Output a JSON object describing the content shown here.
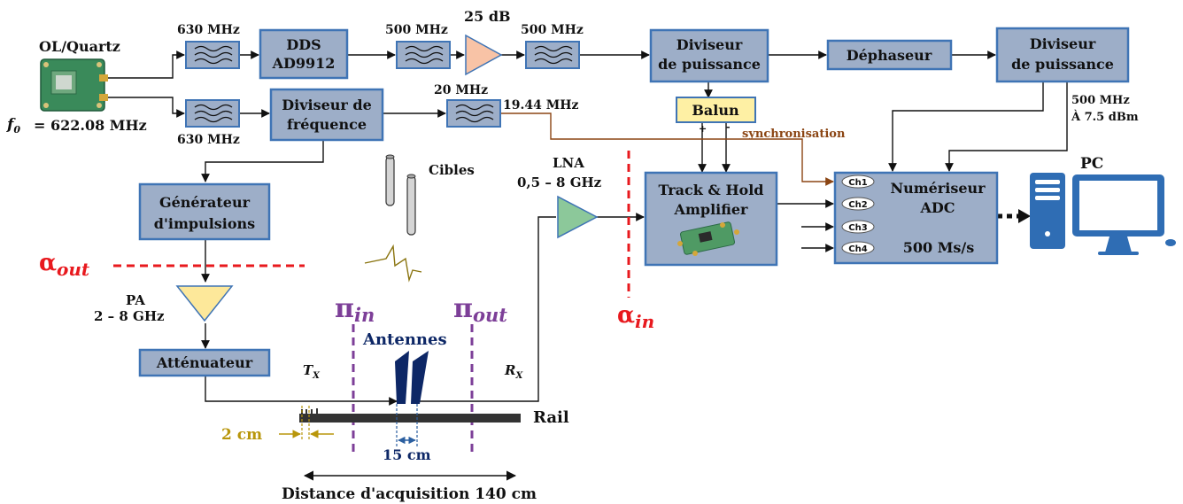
{
  "blocks": {
    "dds": [
      "DDS",
      "AD9912"
    ],
    "power_divider_1": [
      "Diviseur",
      "de puissance"
    ],
    "phase_shifter": "Déphaseur",
    "power_divider_2": [
      "Diviseur",
      "de puissance"
    ],
    "freq_divider": [
      "Diviseur de",
      "fréquence"
    ],
    "balun": "Balun",
    "pulse_gen": [
      "Générateur",
      "d'impulsions"
    ],
    "attenuator": "Atténuateur",
    "track_hold": [
      "Track & Hold",
      "Amplifier"
    ],
    "adc": [
      "Numériseur",
      "ADC",
      "500 Ms/s"
    ]
  },
  "labels": {
    "oscillator": "OL/Quartz",
    "f0": "f",
    "f0_sub": "0",
    "f0_value": "= 622.08 MHz",
    "f630_top": "630 MHz",
    "f630_bottom": "630 MHz",
    "f500_a": "500 MHz",
    "gain": "25 dB",
    "f500_b": "500 MHz",
    "f20": "20 MHz",
    "f1944": "19.44 MHz",
    "sync": "synchronisation",
    "out_500": "500 MHz",
    "out_level": "À 7.5 dBm",
    "lna": [
      "LNA",
      "0,5 – 8 GHz"
    ],
    "pa": [
      "PA",
      "2 – 8 GHz"
    ],
    "cibles": "Cibles",
    "antennes": "Antennes",
    "tx": "T",
    "tx_sub": "X",
    "rx": "R",
    "rx_sub": "X",
    "rail": "Rail",
    "d2cm": "2 cm",
    "d15cm": "15 cm",
    "acq": "Distance d'acquisition 140 cm",
    "pc": "PC",
    "balun_plus": "+",
    "balun_minus": "-",
    "alpha_out": "α",
    "alpha_out_sub": "out",
    "alpha_in": "α",
    "alpha_in_sub": "in",
    "pi_in": "π",
    "pi_in_sub": "in",
    "pi_out": "π",
    "pi_out_sub": "out"
  },
  "channels": [
    "Ch1",
    "Ch2",
    "Ch3",
    "Ch4"
  ],
  "colors": {
    "block_fill": "#9daec8",
    "block_border": "#3f74b5",
    "alpha_line": "#e8191e",
    "pi_line": "#7d3f98",
    "amp_orange": "#f8c3a6",
    "amp_green": "#8cc89a",
    "amp_yellow": "#fde89a",
    "balun_fill": "#fef0a4",
    "antenna": "#0d2766",
    "dimension": "#b8960b",
    "sync_line": "#8b4513"
  }
}
